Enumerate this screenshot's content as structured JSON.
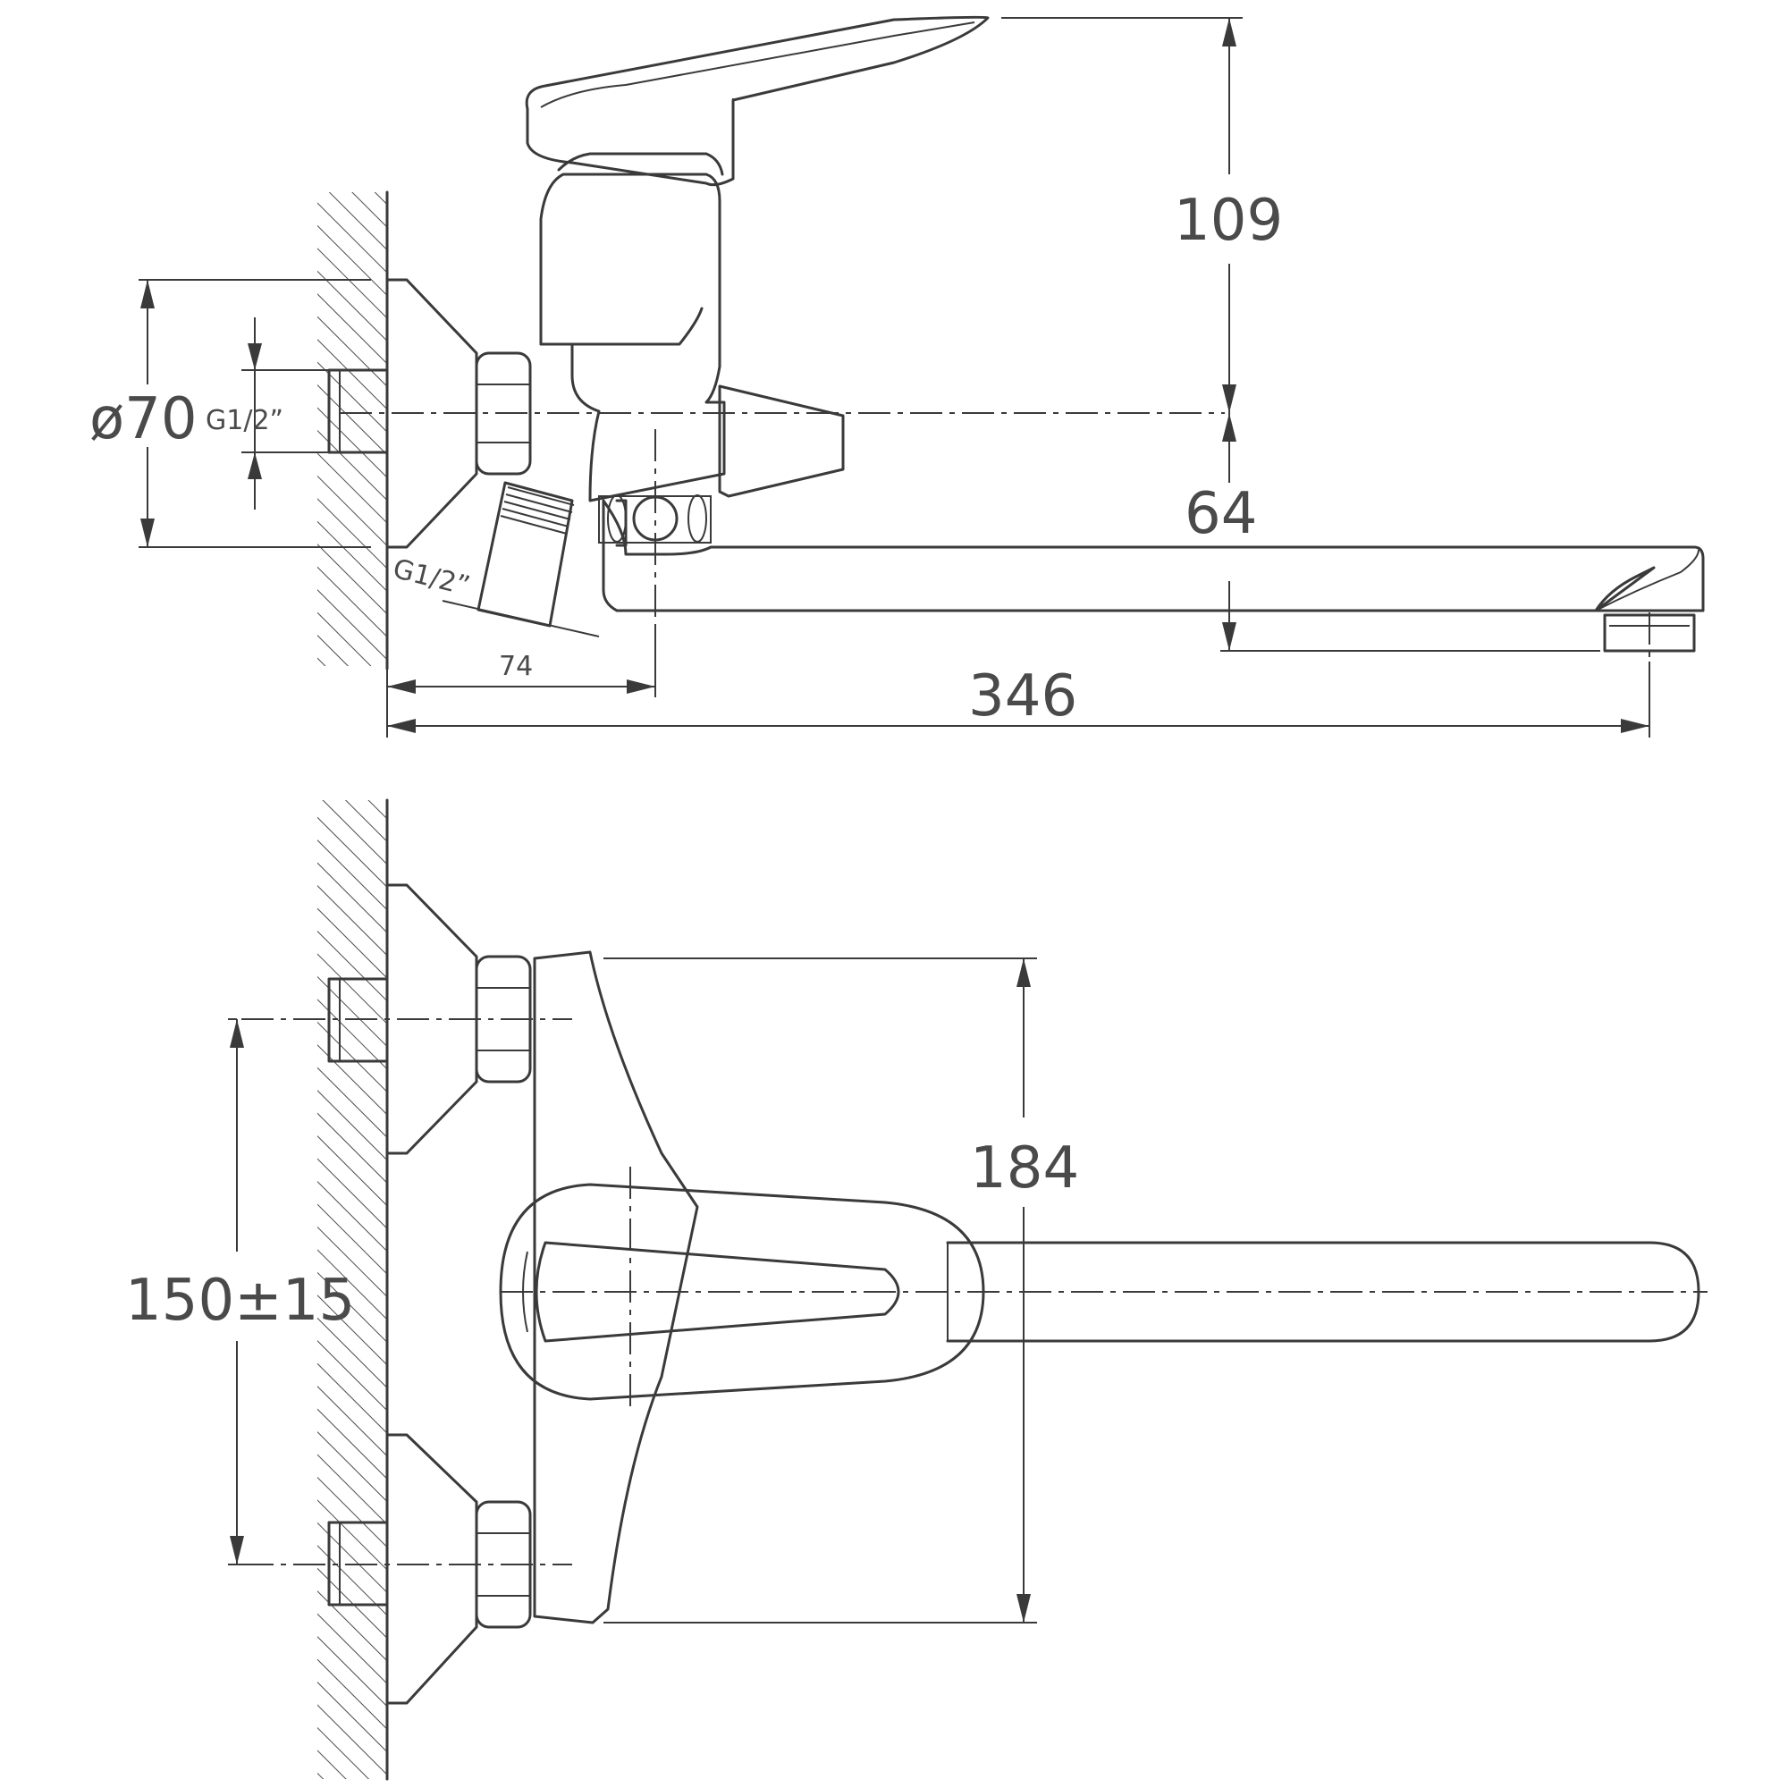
{
  "side_view": {
    "dim_height_handle": "109",
    "dim_spout_drop": "64",
    "dim_total_length": "346",
    "dim_wall_offset": "74",
    "dim_flange_diameter": "ø70",
    "thread_label_top": "G1/2”",
    "thread_label_bottom": "G1/2”"
  },
  "top_view": {
    "dim_width": "184",
    "dim_center_distance": "150±15"
  }
}
